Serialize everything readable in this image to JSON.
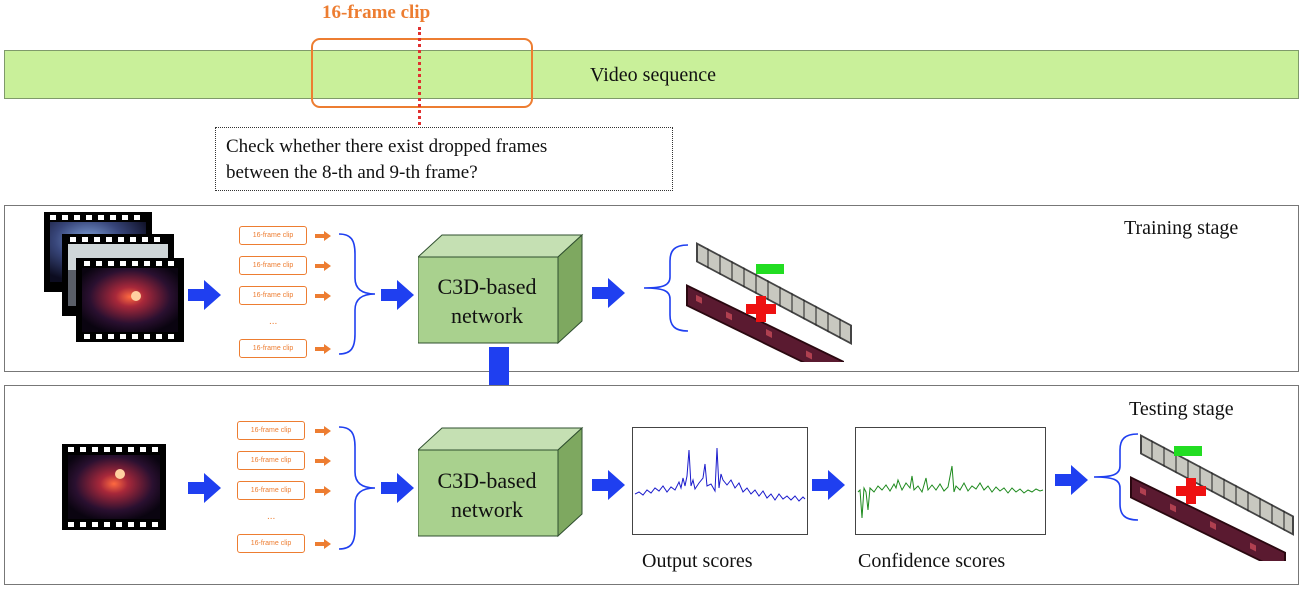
{
  "header": {
    "clip_title": "16-frame clip",
    "video_label": "Video sequence",
    "question_line1": "Check whether there exist dropped frames",
    "question_line2": "between the 8-th and 9-th frame?"
  },
  "training": {
    "stage_label": "Training stage",
    "clip_items": [
      "16-frame clip",
      "16-frame clip",
      "16-frame clip",
      "16-frame clip"
    ],
    "dots": "...",
    "network_line1": "C3D-based",
    "network_line2": "network"
  },
  "testing": {
    "stage_label": "Testing stage",
    "clip_items": [
      "16-frame clip",
      "16-frame clip",
      "16-frame clip",
      "16-frame clip"
    ],
    "dots": "...",
    "network_line1": "C3D-based",
    "network_line2": "network",
    "output_caption": "Output scores",
    "confidence_caption": "Confidence scores"
  },
  "colors": {
    "orange": "#ED7D31",
    "video_bar": "#C9F09A",
    "arrow_blue": "#1F3FF0",
    "cube_front": "#A9D18E",
    "output_line": "#1a1acc",
    "confidence_line": "#1e8a1e",
    "correct_marker": "#22DD22",
    "dropped_marker": "#EE1111"
  },
  "icons": [
    "film-strip-icon",
    "blue-arrow-icon",
    "orange-arrow-icon",
    "curly-brace-icon",
    "3d-cube-icon",
    "frame-stack-icon"
  ]
}
